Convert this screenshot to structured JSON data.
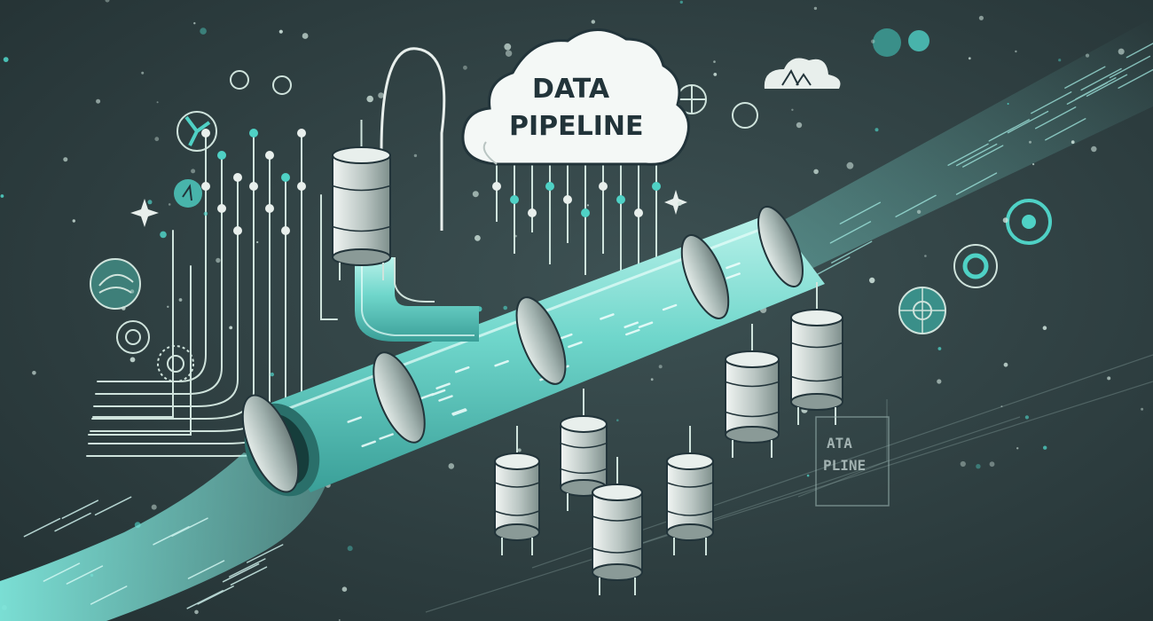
{
  "cloud": {
    "line1": "DATA",
    "line2": "PIPELINE"
  },
  "sign": {
    "line1": "ATA",
    "line2": "PLINE"
  },
  "colors": {
    "background": "#2c3d3f",
    "teal": "#4fd1c5",
    "aqua": "#7fe7dc",
    "line": "#cfe3dc",
    "metal": "#b8c4c2"
  }
}
